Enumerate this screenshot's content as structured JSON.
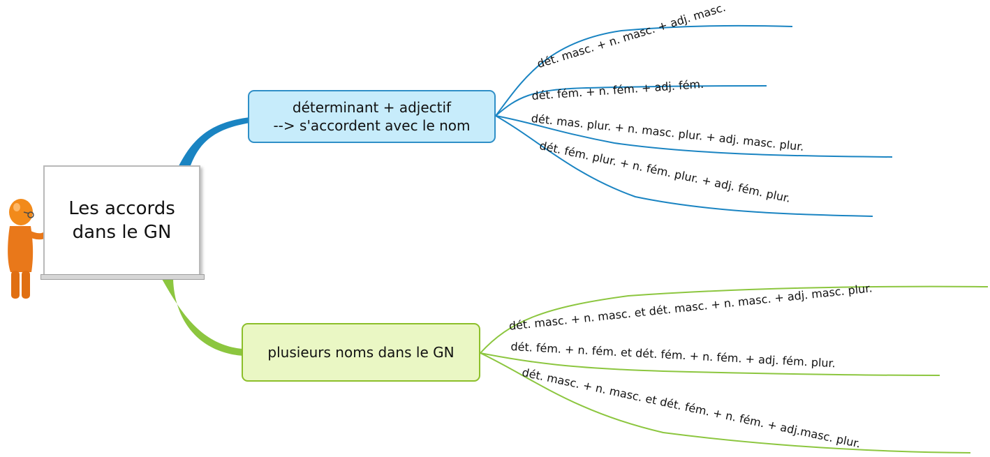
{
  "root": {
    "line1": "Les accords",
    "line2": "dans le GN"
  },
  "branches": [
    {
      "color": "#1a84c2",
      "line1": "déterminant + adjectif",
      "line2": "--> s'accordent avec le nom",
      "leaves": [
        "dét. masc. + n. masc. + adj. masc.",
        "dét. fém. + n. fém. + adj. fém.",
        "dét. mas. plur. + n. masc. plur. + adj. masc. plur.",
        "dét. fém. plur. + n. fém. plur. + adj. fém. plur."
      ]
    },
    {
      "color": "#8cc63f",
      "line1": "plusieurs noms dans le GN",
      "leaves": [
        "dét. masc. + n. masc. et dét. masc. + n. masc. + adj. masc. plur.",
        "dét. fém. + n. fém. et dét. fém. + n. fém. + adj. fém. plur.",
        "dét. masc. + n. masc. et dét. fém. + n. fém. + adj.masc. plur."
      ]
    }
  ],
  "icons": {
    "presenter": "teacher-figure-icon"
  }
}
